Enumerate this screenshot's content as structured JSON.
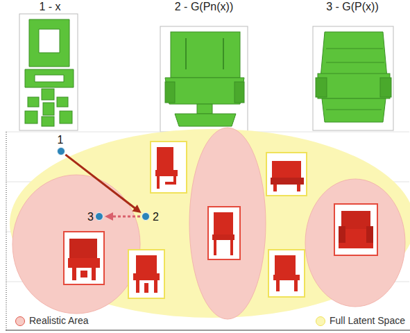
{
  "diagram": {
    "nodes": [
      {
        "text": [
          "1"
        ]
      },
      {
        "text": [
          "2"
        ]
      },
      {
        "text": [
          "3"
        ]
      }
    ],
    "edges": [
      {
        "from": 0,
        "to": 1,
        "arrow": "to"
      },
      {
        "from": 1,
        "to": 2,
        "arrow": "to"
      }
    ],
    "labels": [
      "1 - x",
      "2 - G(Pn(x))",
      "3 - G(P(x))"
    ],
    "legend": [
      {
        "text": "Realistic Area",
        "color": "#f7cbc5"
      },
      {
        "text": "Full Latent Space",
        "color": "#fbf6b4"
      }
    ]
  }
}
